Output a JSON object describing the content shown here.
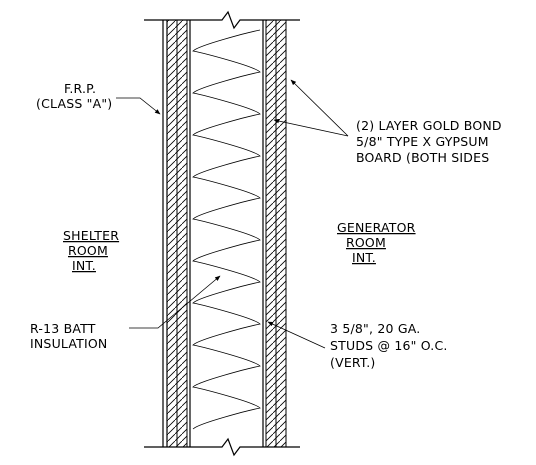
{
  "labels": {
    "frp_line1": "F.R.P.",
    "frp_line2": "(CLASS \"A\")",
    "gypsum_line1": "(2) LAYER GOLD BOND",
    "gypsum_line2": "5/8\" TYPE X GYPSUM",
    "gypsum_line3": "BOARD (BOTH SIDES",
    "shelter_line1": "SHELTER",
    "shelter_line2": "ROOM",
    "shelter_line3": "INT.",
    "generator_line1": "GENERATOR",
    "generator_line2": "ROOM",
    "generator_line3": "INT.",
    "batt_line1": "R-13 BATT",
    "batt_line2": "INSULATION",
    "studs_line1": "3 5/8\", 20 GA.",
    "studs_line2": "STUDS @ 16\" O.C.",
    "studs_line3": "(VERT.)"
  }
}
